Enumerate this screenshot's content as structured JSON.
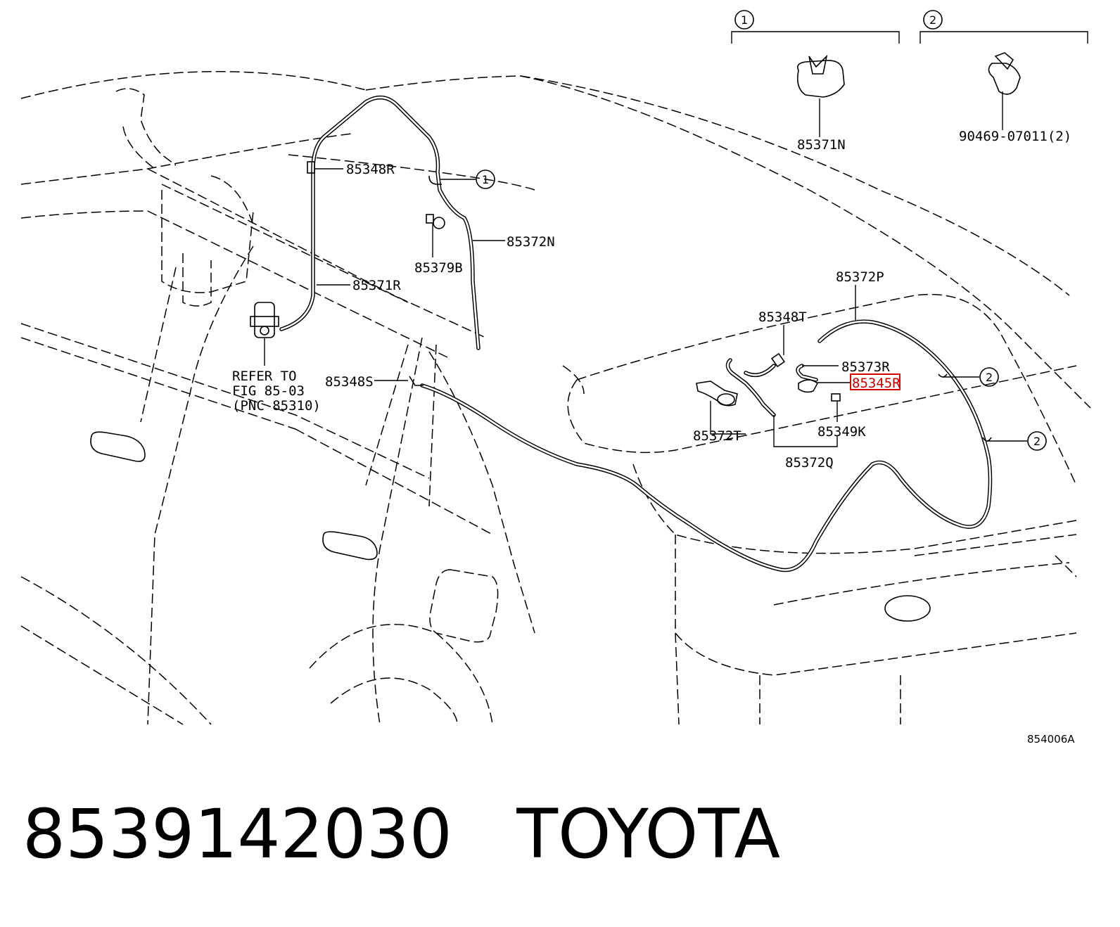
{
  "callouts": {
    "c1": "1",
    "c2": "2"
  },
  "parts": {
    "p85371N": "85371N",
    "p90469": "90469-07011(2)",
    "p85348R": "85348R",
    "p85372N": "85372N",
    "p85379B": "85379B",
    "p85371R": "85371R",
    "p85372P": "85372P",
    "p85348T": "85348T",
    "p85373R": "85373R",
    "p85345R": "85345R",
    "p85348S": "85348S",
    "p85372T": "85372T",
    "p85349K": "85349K",
    "p85372Q": "85372Q"
  },
  "refer": {
    "line1": "REFER TO",
    "line2": "FIG 85-03",
    "line3": "(PNC 85310)"
  },
  "figure_code": "854006A",
  "caption": {
    "part_number": "8539142030",
    "brand": "TOYOTA"
  },
  "highlight_color": "#d00000"
}
